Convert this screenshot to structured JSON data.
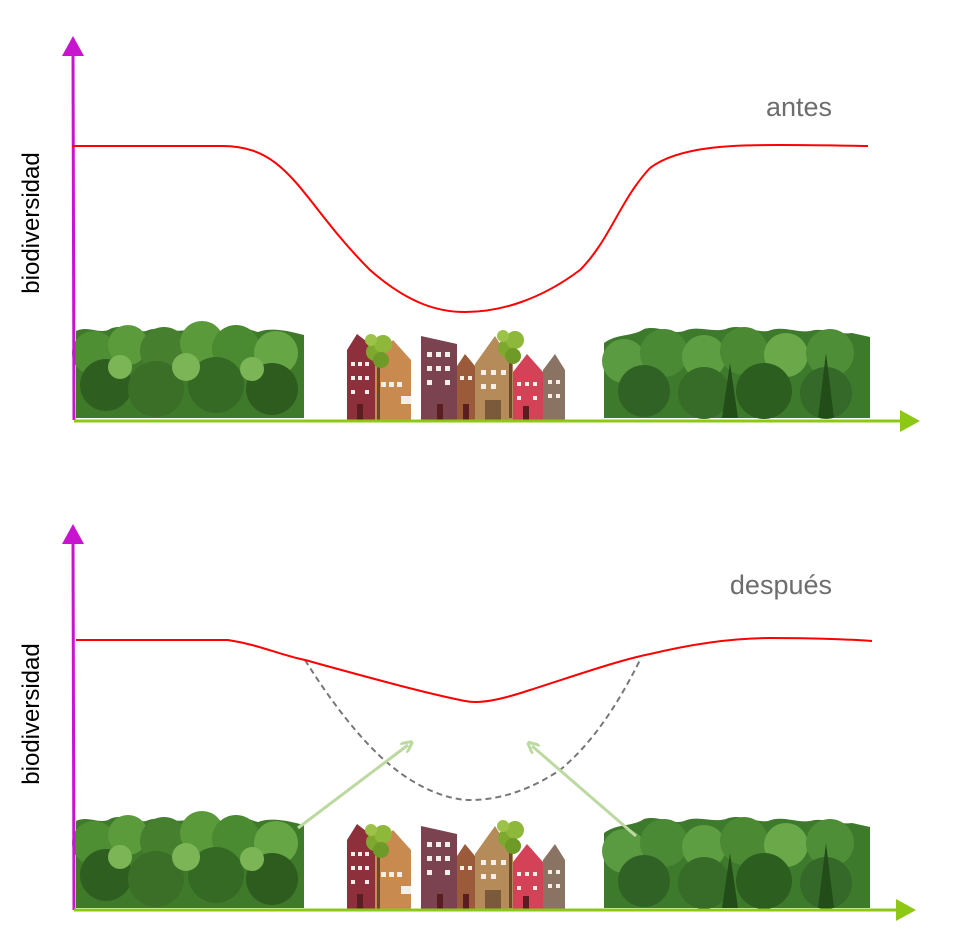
{
  "panels": [
    {
      "title": "antes",
      "y_label": "biodiversidad",
      "drop": "deep"
    },
    {
      "title": "después",
      "y_label": "biodiversidad",
      "drop": "shallow",
      "previous_curve": "dashed"
    }
  ],
  "colors": {
    "y_axis": "#c814cf",
    "x_axis": "#8cc814",
    "curve": "#ff0000",
    "previous_curve": "#777777",
    "arrows": "#bcd9a0",
    "title_text": "#6d6d6d",
    "label_text": "#000000"
  },
  "icons": [
    "forest-left-icon",
    "town-icon",
    "forest-right-icon"
  ]
}
